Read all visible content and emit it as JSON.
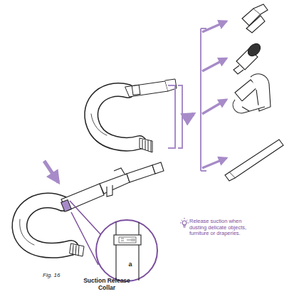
{
  "diagram": {
    "labels": [
      "a",
      "Release suction when dusting delicate objects, furniture or draperies.",
      "Fig. 16",
      "Suction Release Collar"
    ]
  }
}
